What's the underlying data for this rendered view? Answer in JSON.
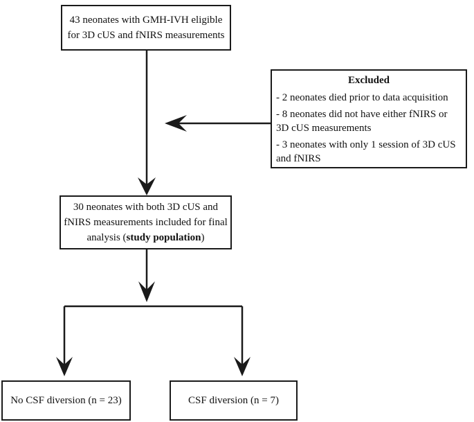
{
  "boxes": {
    "eligible": {
      "text": "43 neonates with GMH-IVH eligible for 3D cUS and fNIRS measurements"
    },
    "excluded": {
      "title": "Excluded",
      "items": [
        "- 2 neonates died prior to data acquisition",
        "- 8 neonates did not have either fNIRS or 3D cUS measurements",
        "- 3 neonates with only 1 session of 3D cUS and fNIRS"
      ]
    },
    "included": {
      "text_before_bold": "30 neonates with both 3D cUS and fNIRS measurements included for final analysis (",
      "bold_text": "study population",
      "text_after_bold": ")"
    },
    "no_csf": {
      "text": "No CSF diversion (n = 23)"
    },
    "csf": {
      "text": "CSF diversion (n = 7)"
    }
  },
  "colors": {
    "line": "#1a1a1a",
    "text": "#111111",
    "background": "#ffffff"
  }
}
